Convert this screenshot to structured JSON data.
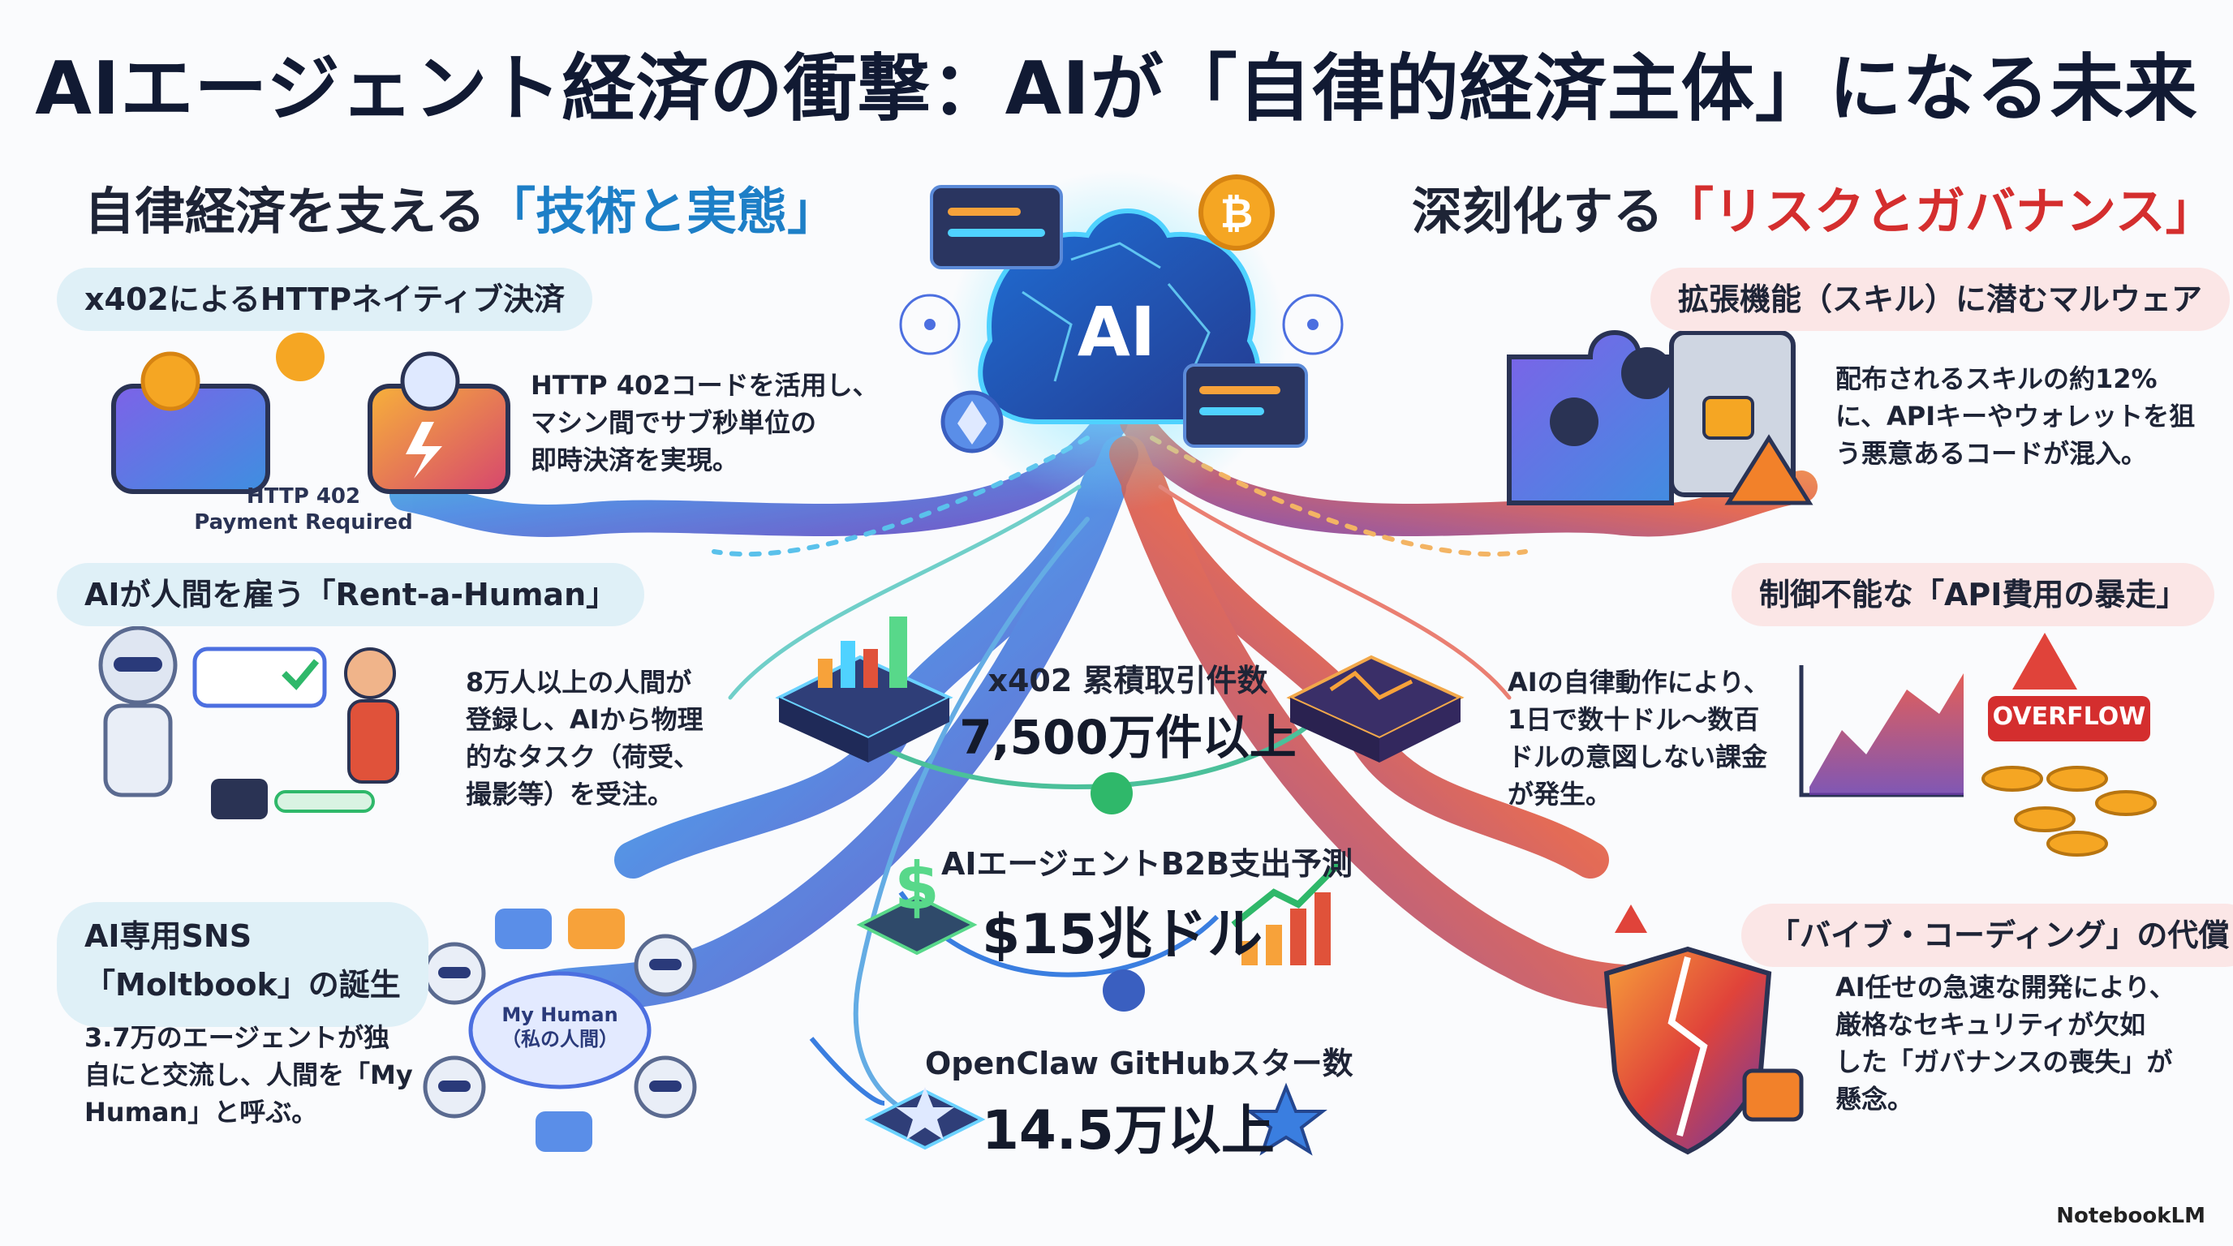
{
  "title": "AIエージェント経済の衝撃：AIが「自律的経済主体」になる未来",
  "left_section": {
    "prefix": "自律経済を支える",
    "highlight": "「技術と実態」"
  },
  "right_section": {
    "prefix": "深刻化する",
    "highlight": "「リスクとガバナンス」"
  },
  "center": {
    "ai_label": "AI",
    "stats": [
      {
        "label": "x402 累積取引件数",
        "value": "7,500万件以上"
      },
      {
        "label": "AIエージェントB2B支出予測",
        "value": "$15兆ドル"
      },
      {
        "label": "OpenClaw GitHubスター数",
        "value": "14.5万以上"
      }
    ]
  },
  "left_items": [
    {
      "title": "x402によるHTTPネイティブ決済",
      "desc": "HTTP 402コードを活用し、\nマシン間でサブ秒単位の\n即時決済を実現。"
    },
    {
      "title": "AIが人間を雇う「Rent-a-Human」",
      "desc": "8万人以上の人間が\n登録し、AIから物理\n的なタスク（荷受、\n撮影等）を受注。"
    },
    {
      "title": "AI専用SNS\n「Moltbook」の誕生",
      "desc": "3.7万のエージェントが独\n自にと交流し、人間を「My\nHuman」と呼ぶ。"
    }
  ],
  "right_items": [
    {
      "title": "拡張機能（スキル）に潜むマルウェア",
      "desc": "配布されるスキルの約12%\nに、APIキーやウォレットを狙\nう悪意あるコードが混入。"
    },
    {
      "title": "制御不能な「API費用の暴走」",
      "desc": "AIの自律動作により、\n1日で数十ドル〜数百\nドルの意図しない課金\nが発生。"
    },
    {
      "title": "「バイブ・コーディング」の代償",
      "desc": "AI任せの急速な開発により、\n厳格なセキュリティが欠如\nした「ガバナンスの喪失」が\n懸念。"
    }
  ],
  "illustrations": {
    "http_label_1": "HTTP 402",
    "http_label_2": "Payment Required",
    "overflow_label": "OVERFLOW",
    "my_human_1": "My Human",
    "my_human_2": "（私の人間）"
  },
  "brand": "NotebookLM",
  "colors": {
    "tech_accent": "#1d7fc7",
    "risk_accent": "#d42e2e",
    "blue_pill": "#dff0f7",
    "red_pill": "#fbe6e6"
  }
}
